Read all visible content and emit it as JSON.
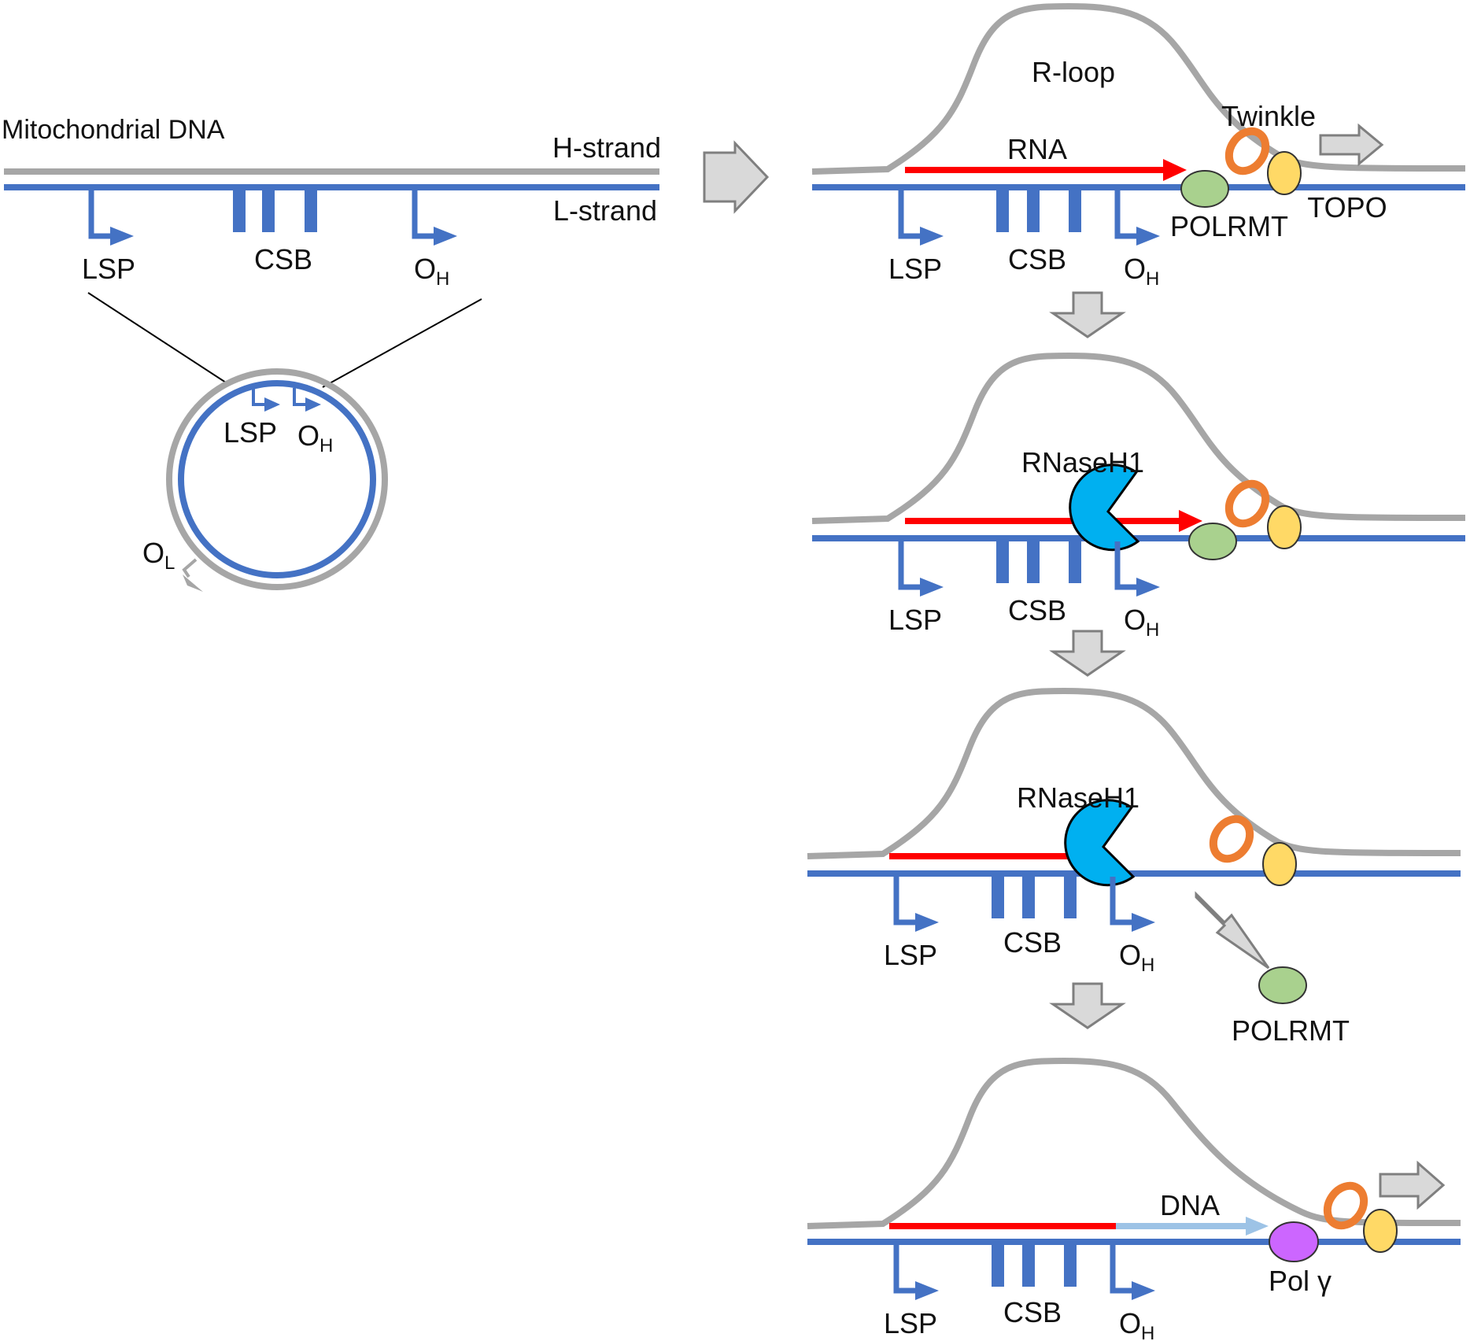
{
  "title": "Mitochondrial DNA",
  "strands": {
    "heavy": "H-strand",
    "light": "L-strand"
  },
  "labels": {
    "lsp": "LSP",
    "csb": "CSB",
    "oh_main": "O",
    "oh_sub": "H",
    "ol_main": "O",
    "ol_sub": "L",
    "rloop": "R-loop",
    "rna": "RNA",
    "twinkle": "Twinkle",
    "topo": "TOPO",
    "polrmt": "POLRMT",
    "rnaseh1": "RNaseH1",
    "dna": "DNA",
    "polg": "Pol γ"
  },
  "colors": {
    "h_strand": "#a6a6a6",
    "l_strand": "#4472c4",
    "rna": "#ff0000",
    "new_dna": "#9dc3e6",
    "polrmt": "#a9d18e",
    "topo": "#ffd966",
    "twinkle": "#ed7d31",
    "rnaseh1": "#00b0f0",
    "polg": "#cc66ff",
    "step_arrow": "#d9d9d9"
  }
}
